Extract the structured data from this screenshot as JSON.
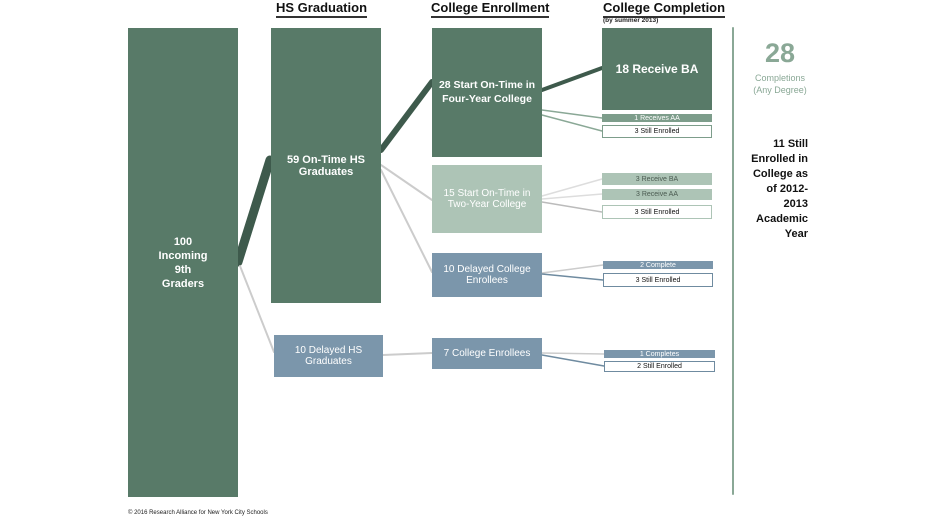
{
  "headers": {
    "hs": "HS Graduation",
    "enroll": "College Enrollment",
    "complete": "College Completion",
    "complete_sub": "(by summer 2013)"
  },
  "boxes": {
    "incoming": "100 Incoming 9th Graders",
    "ontime_hs": "59 On-Time HS Graduates",
    "delayed_hs": "10 Delayed HS Graduates",
    "four_year": "28 Start On-Time in Four-Year College",
    "two_year": "15 Start On-Time in Two-Year College",
    "delayed_college": "10 Delayed College Enrollees",
    "college_enrollees": "7 College Enrollees",
    "fy_ba": "18 Receive BA",
    "fy_aa": "1 Receives AA",
    "fy_still": "3 Still Enrolled",
    "ty_ba": "3 Receive BA",
    "ty_aa": "3 Receive AA",
    "ty_still": "3 Still Enrolled",
    "dc_complete": "2 Complete",
    "dc_still": "3 Still Enrolled",
    "ce_complete": "1 Completes",
    "ce_still": "2 Still Enrolled"
  },
  "summary": {
    "completions_number": "28",
    "completions_label": "Completions (Any Degree)",
    "still_enrolled": "11 Still Enrolled in College as of 2012-2013 Academic Year"
  },
  "footer": "© 2016 Research Alliance for New York City Schools",
  "colors": {
    "dark_green": "#587a68",
    "light_green": "#adc4b6",
    "blue": "#7b96ab",
    "accent": "#8aa896"
  }
}
